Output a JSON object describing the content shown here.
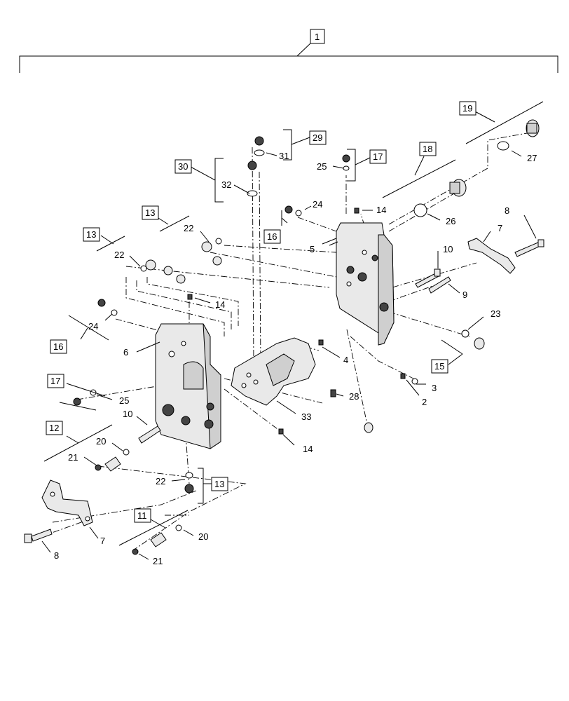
{
  "diagram": {
    "top_label": "1",
    "labels": {
      "l2": "2",
      "l3": "3",
      "l4": "4",
      "l5": "5",
      "l6": "6",
      "l7a": "7",
      "l7b": "7",
      "l8a": "8",
      "l8b": "8",
      "l9": "9",
      "l10a": "10",
      "l10b": "10",
      "l11": "11",
      "l12": "12",
      "l13a": "13",
      "l13b": "13",
      "l13c": "13",
      "l14a": "14",
      "l14b": "14",
      "l14c": "14",
      "l15": "15",
      "l16a": "16",
      "l16b": "16",
      "l17a": "17",
      "l17b": "17",
      "l18": "18",
      "l19": "19",
      "l20a": "20",
      "l20b": "20",
      "l21a": "21",
      "l21b": "21",
      "l22a": "22",
      "l22b": "22",
      "l22c": "22",
      "l23": "23",
      "l24a": "24",
      "l24b": "24",
      "l25a": "25",
      "l25b": "25",
      "l26": "26",
      "l27": "27",
      "l28": "28",
      "l29": "29",
      "l30": "30",
      "l31": "31",
      "l32": "32",
      "l33": "33"
    }
  }
}
